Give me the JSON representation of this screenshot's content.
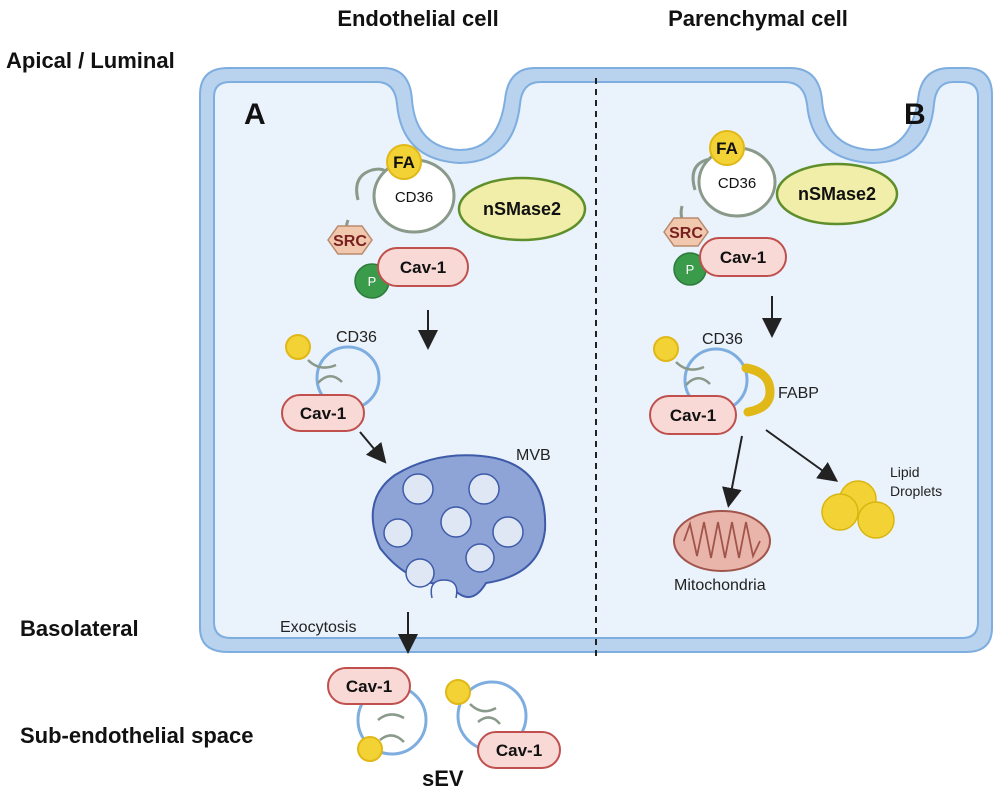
{
  "headers": {
    "endothelial": "Endothelial cell",
    "parenchymal": "Parenchymal cell"
  },
  "side_labels": {
    "apical": "Apical / Luminal",
    "basolateral": "Basolateral",
    "subendo": "Sub-endothelial space"
  },
  "panels": {
    "a": "A",
    "b": "B"
  },
  "proteins": {
    "fa": "FA",
    "cd36": "CD36",
    "nsmase2": "nSMase2",
    "src": "SRC",
    "cav1": "Cav-1",
    "p": "P",
    "fabp": "FABP"
  },
  "organelles": {
    "mvb": "MVB",
    "exocytosis": "Exocytosis",
    "mitochondria": "Mitochondria",
    "lipid1": "Lipid",
    "lipid2": "Droplets",
    "sev": "sEV"
  },
  "colors": {
    "membrane_outer": "#b9d3ee",
    "membrane_inner": "#7eaee0",
    "cytoplasm": "#eaf2fc",
    "cav_fill": "#f8d9d6",
    "cav_stroke": "#c0504d",
    "nsmase_fill": "#f1eeaa",
    "nsmase_stroke": "#5f8f2a",
    "src_fill": "#f1c8ae",
    "p_fill": "#3a9b4a",
    "lipid_fill": "#f2d235",
    "mvb_fill": "#8fa4d6",
    "mito_fill": "#e9b4aa"
  }
}
